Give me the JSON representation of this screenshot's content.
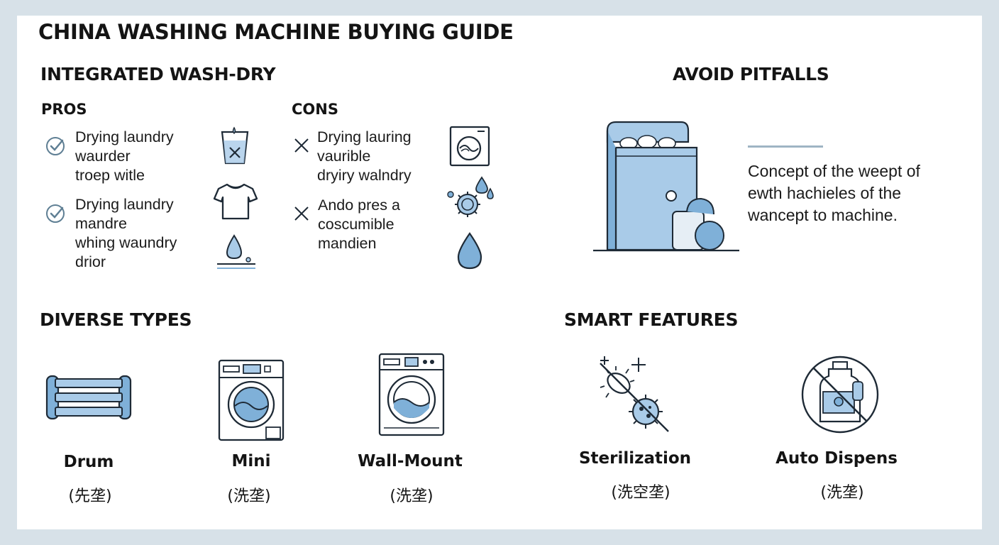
{
  "title": "CHINA WASHING MACHINE BUYING GUIDE",
  "integrated": {
    "heading": "INTEGRATED WASH-DRY",
    "pros": {
      "heading": "PROS",
      "items": [
        {
          "lines": [
            "Drying laundry",
            "waurder",
            "troep witle"
          ],
          "icon": "check-icon"
        },
        {
          "lines": [
            "Drying laundry",
            "mandre",
            "whing waundry",
            "drior"
          ],
          "icon": "check-icon"
        }
      ]
    },
    "cons": {
      "heading": "CONS",
      "items": [
        {
          "lines": [
            "Drying lauring",
            "vaurible",
            "dryiry walndry"
          ],
          "icon": "cross-icon"
        },
        {
          "lines": [
            "Ando pres a",
            "coscumible",
            "mandien"
          ],
          "icon": "cross-icon"
        }
      ]
    }
  },
  "pitfalls": {
    "heading": "AVOID PITFALLS",
    "text_lines": [
      "Concept of the weept of",
      "ewth hachieles of the",
      "wancept  to machine."
    ]
  },
  "types": {
    "heading": "DIVERSE TYPES",
    "items": [
      {
        "label": "Drum",
        "cn": "(先垄)",
        "icon": "drum-icon"
      },
      {
        "label": "Mini",
        "cn": "(洗垄)",
        "icon": "mini-washer-icon"
      },
      {
        "label": "Wall-Mount",
        "cn": "(洗垄)",
        "icon": "wall-mount-washer-icon"
      }
    ]
  },
  "smart": {
    "heading": "SMART FEATURES",
    "items": [
      {
        "label": "Sterilization",
        "cn": "(洗空垄)",
        "icon": "germ-icon"
      },
      {
        "label": "Auto Dispens",
        "cn": "(洗垄)",
        "icon": "no-detergent-icon"
      }
    ]
  },
  "colors": {
    "accent_blue": "#7fb0d8",
    "light_blue": "#a9cbe8",
    "outline": "#1e2a36",
    "check_gray": "#5f7f94",
    "divider": "#9fb4c4"
  }
}
